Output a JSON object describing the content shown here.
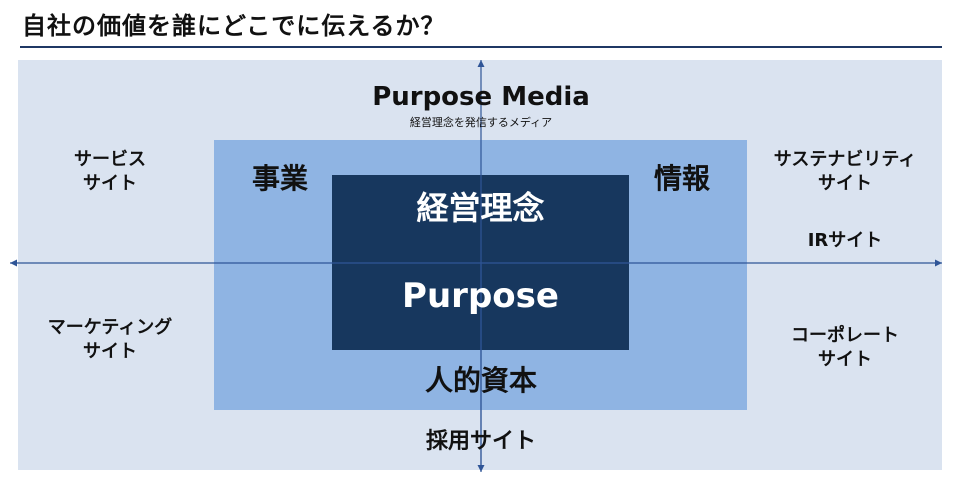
{
  "title": "自社の価値を誰にどこでに伝えるか？",
  "top": {
    "label": "Purpose Media",
    "sub": "経営理念を発信するメディア"
  },
  "mid": {
    "tl": "事業",
    "tr": "情報",
    "bottom": "人的資本"
  },
  "core": {
    "line1": "経営理念",
    "line2": "Purpose"
  },
  "sites": {
    "service": "サービス\nサイト",
    "sustainability": "サステナビリティ\nサイト",
    "ir": "IRサイト",
    "marketing": "マーケティング\nサイト",
    "corporate": "コーポレート\nサイト",
    "recruit": "採用サイト"
  },
  "colors": {
    "outer": "#dae3f0",
    "mid": "#8fb4e3",
    "core": "#17375e",
    "axis": "#2f5597"
  }
}
